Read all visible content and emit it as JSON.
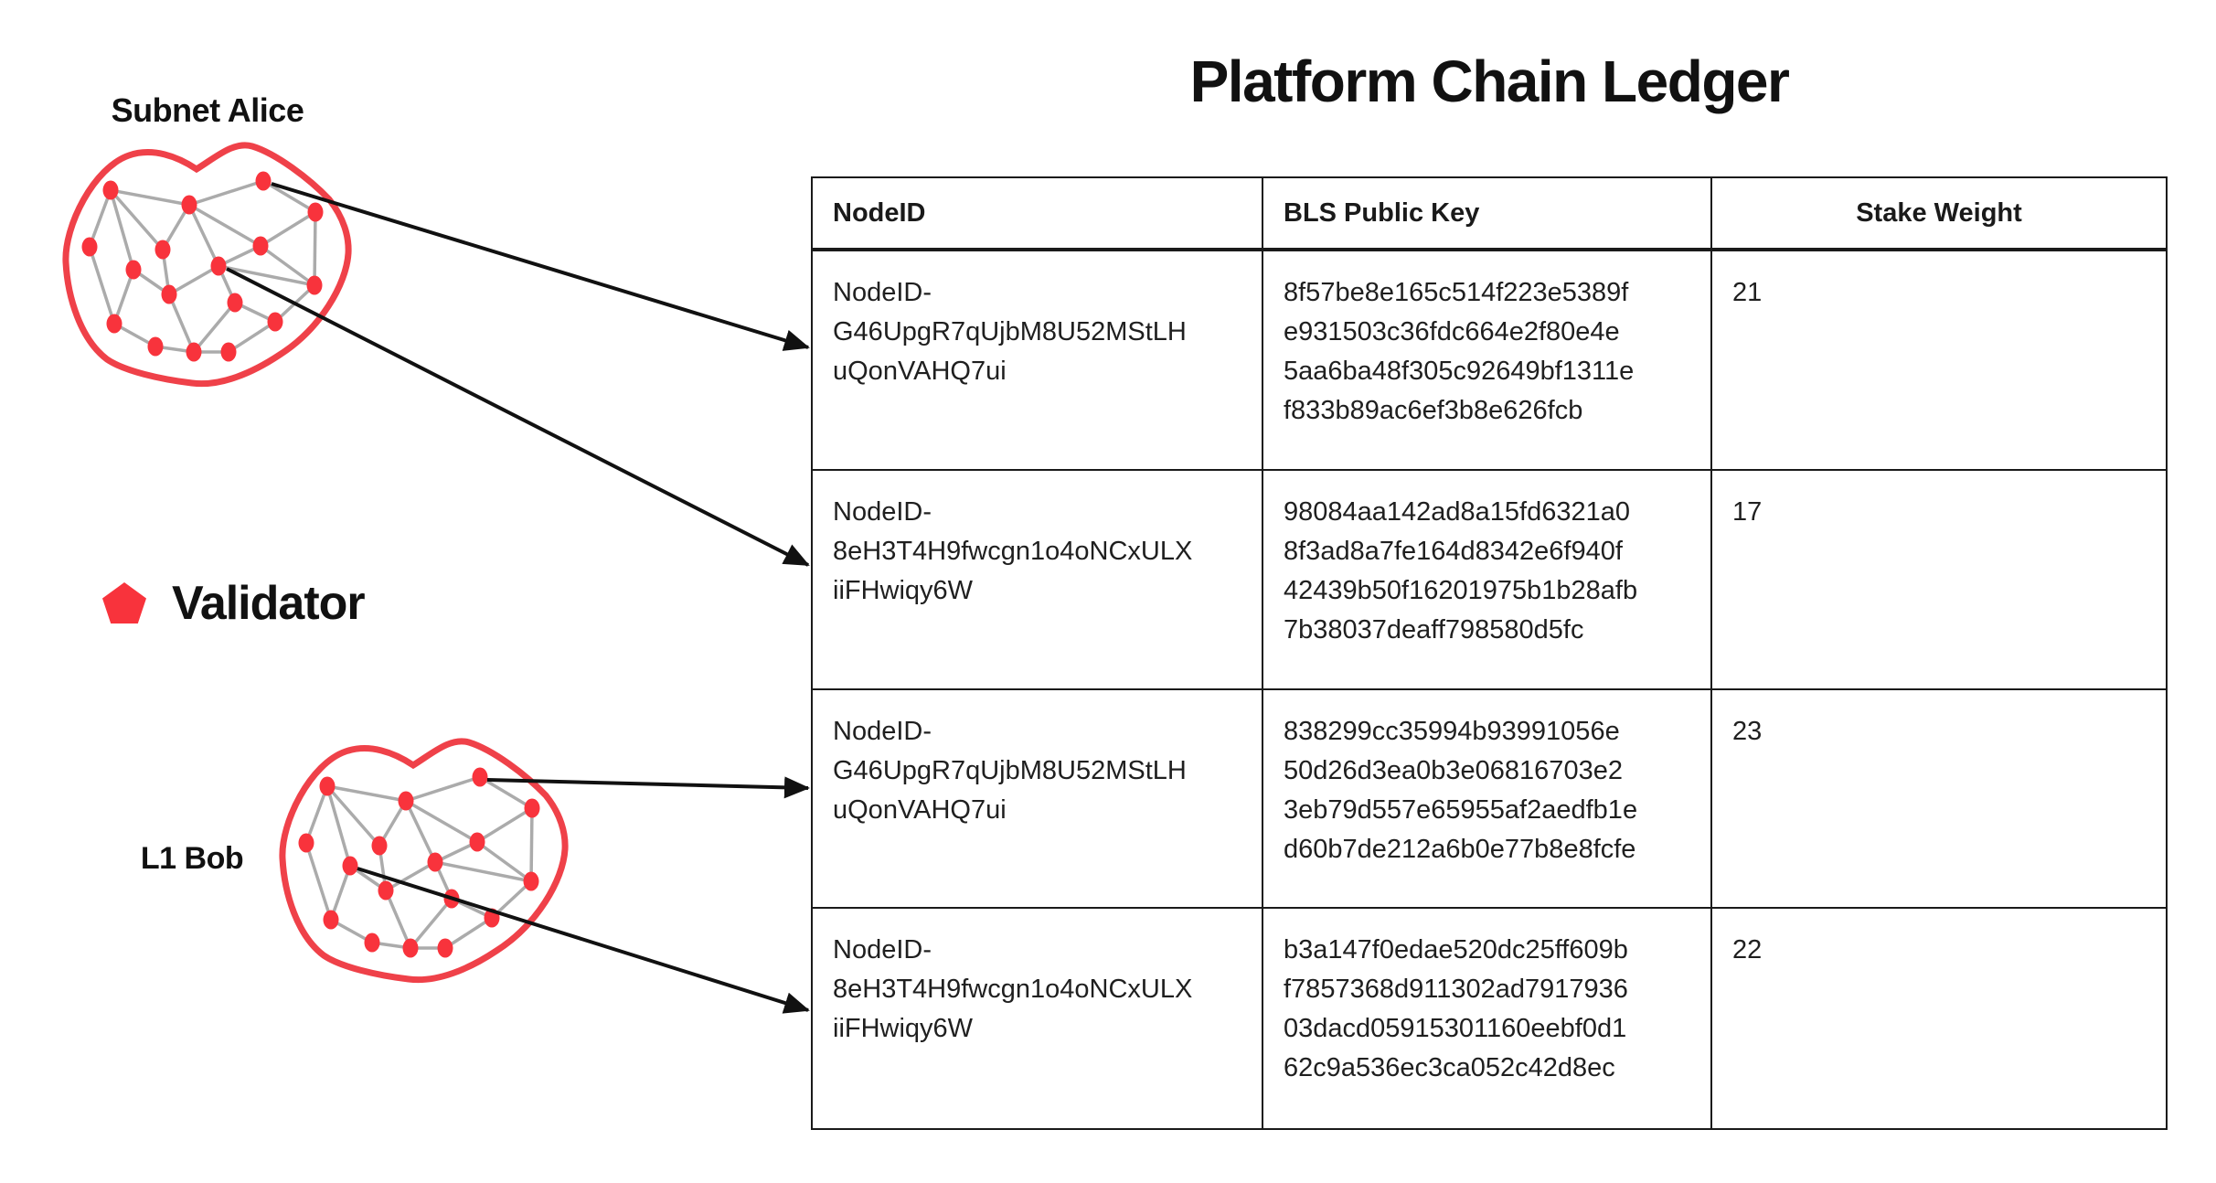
{
  "title": "Platform Chain Ledger",
  "legend": {
    "label": "Validator",
    "icon": "pentagon-icon",
    "color": "#F8333C"
  },
  "subnets": [
    {
      "name": "Subnet Alice"
    },
    {
      "name": "L1 Bob"
    }
  ],
  "colors": {
    "validator_red": "#F8333C",
    "boundary_red": "#EF4149",
    "edge_gray": "#ABABAB",
    "arrow_black": "#111111",
    "border_black": "#1A1A1A"
  },
  "table": {
    "columns": [
      "NodeID",
      "BLS Public Key",
      "Stake Weight"
    ],
    "rows": [
      {
        "nodeid_lines": [
          "NodeID-",
          "G46UpgR7qUjbM8U52MStLH",
          "uQonVAHQ7ui"
        ],
        "bls_lines": [
          "8f57be8e165c514f223e5389f",
          "e931503c36fdc664e2f80e4e",
          "5aa6ba48f305c92649bf1311e",
          "f833b89ac6ef3b8e626fcb"
        ],
        "stake": "21"
      },
      {
        "nodeid_lines": [
          "NodeID-",
          "8eH3T4H9fwcgn1o4oNCxULX",
          "iiFHwiqy6W"
        ],
        "bls_lines": [
          "98084aa142ad8a15fd6321a0",
          "8f3ad8a7fe164d8342e6f940f",
          "42439b50f16201975b1b28afb",
          "7b38037deaff798580d5fc"
        ],
        "stake": "17"
      },
      {
        "nodeid_lines": [
          "NodeID-",
          "G46UpgR7qUjbM8U52MStLH",
          "uQonVAHQ7ui"
        ],
        "bls_lines": [
          "838299cc35994b93991056e",
          "50d26d3ea0b3e06816703e2",
          "3eb79d557e65955af2aedfb1e",
          "d60b7de212a6b0e77b8e8fcfe"
        ],
        "stake": "23"
      },
      {
        "nodeid_lines": [
          "NodeID-",
          "8eH3T4H9fwcgn1o4oNCxULX",
          "iiFHwiqy6W"
        ],
        "bls_lines": [
          "b3a147f0edae520dc25ff609b",
          "f7857368d911302ad7917936",
          "03dacd05915301160eebf0d1",
          "62c9a536ec3ca052c42d8ec"
        ],
        "stake": "22"
      }
    ]
  }
}
